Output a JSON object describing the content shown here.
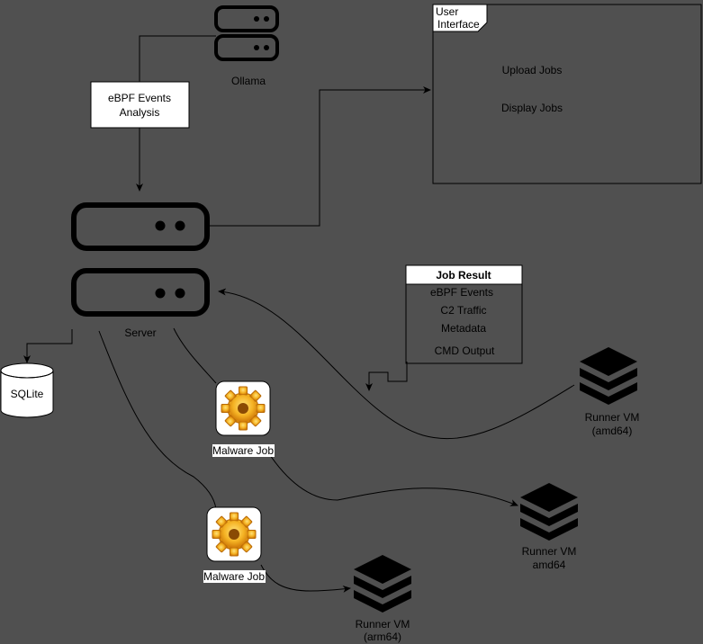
{
  "nodes": {
    "ollama": {
      "label": "Ollama",
      "icon": "server-icon"
    },
    "analysis_box": {
      "line1": "eBPF Events",
      "line2": "Analysis"
    },
    "server": {
      "label": "Server",
      "icon": "server-icon"
    },
    "sqlite": {
      "label": "SQLite",
      "icon": "database-icon"
    },
    "user_interface": {
      "title_line1": "User",
      "title_line2": "Interface",
      "item1": "Upload Jobs",
      "item2": "Display Jobs"
    },
    "job_result": {
      "title": "Job Result",
      "rows": [
        "eBPF Events",
        "C2 Traffic",
        "Metadata",
        "CMD Output"
      ]
    },
    "malware_job_1": {
      "label": "Malware Job",
      "icon": "gear-icon"
    },
    "malware_job_2": {
      "label": "Malware Job",
      "icon": "gear-icon"
    },
    "runner_amd64_top": {
      "line1": "Runner VM",
      "line2": "(amd64)",
      "icon": "stack-icon"
    },
    "runner_amd64_mid": {
      "line1": "Runner VM",
      "line2": "amd64",
      "icon": "stack-icon"
    },
    "runner_arm64": {
      "line1": "Runner VM",
      "line2": "(arm64)",
      "icon": "stack-icon"
    }
  },
  "colors": {
    "background": "#505050",
    "stroke": "#000000",
    "box_fill": "#ffffff",
    "gear_orange": "#f5a623"
  }
}
